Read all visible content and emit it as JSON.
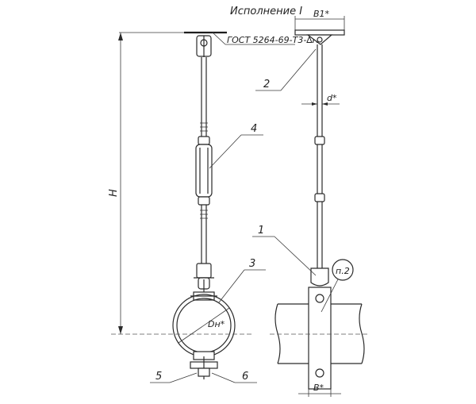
{
  "title": "Исполнение I",
  "standard_ref": "ГОСТ 5264-69-Т3-∆К",
  "dimensions": {
    "height": "H",
    "pipe_diameter": "Dн*",
    "rod_diameter": "d*",
    "plate_width": "В1*",
    "strip_width": "В*"
  },
  "callouts": [
    "1",
    "2",
    "3",
    "4",
    "5",
    "6"
  ],
  "note_ref": "п.2"
}
